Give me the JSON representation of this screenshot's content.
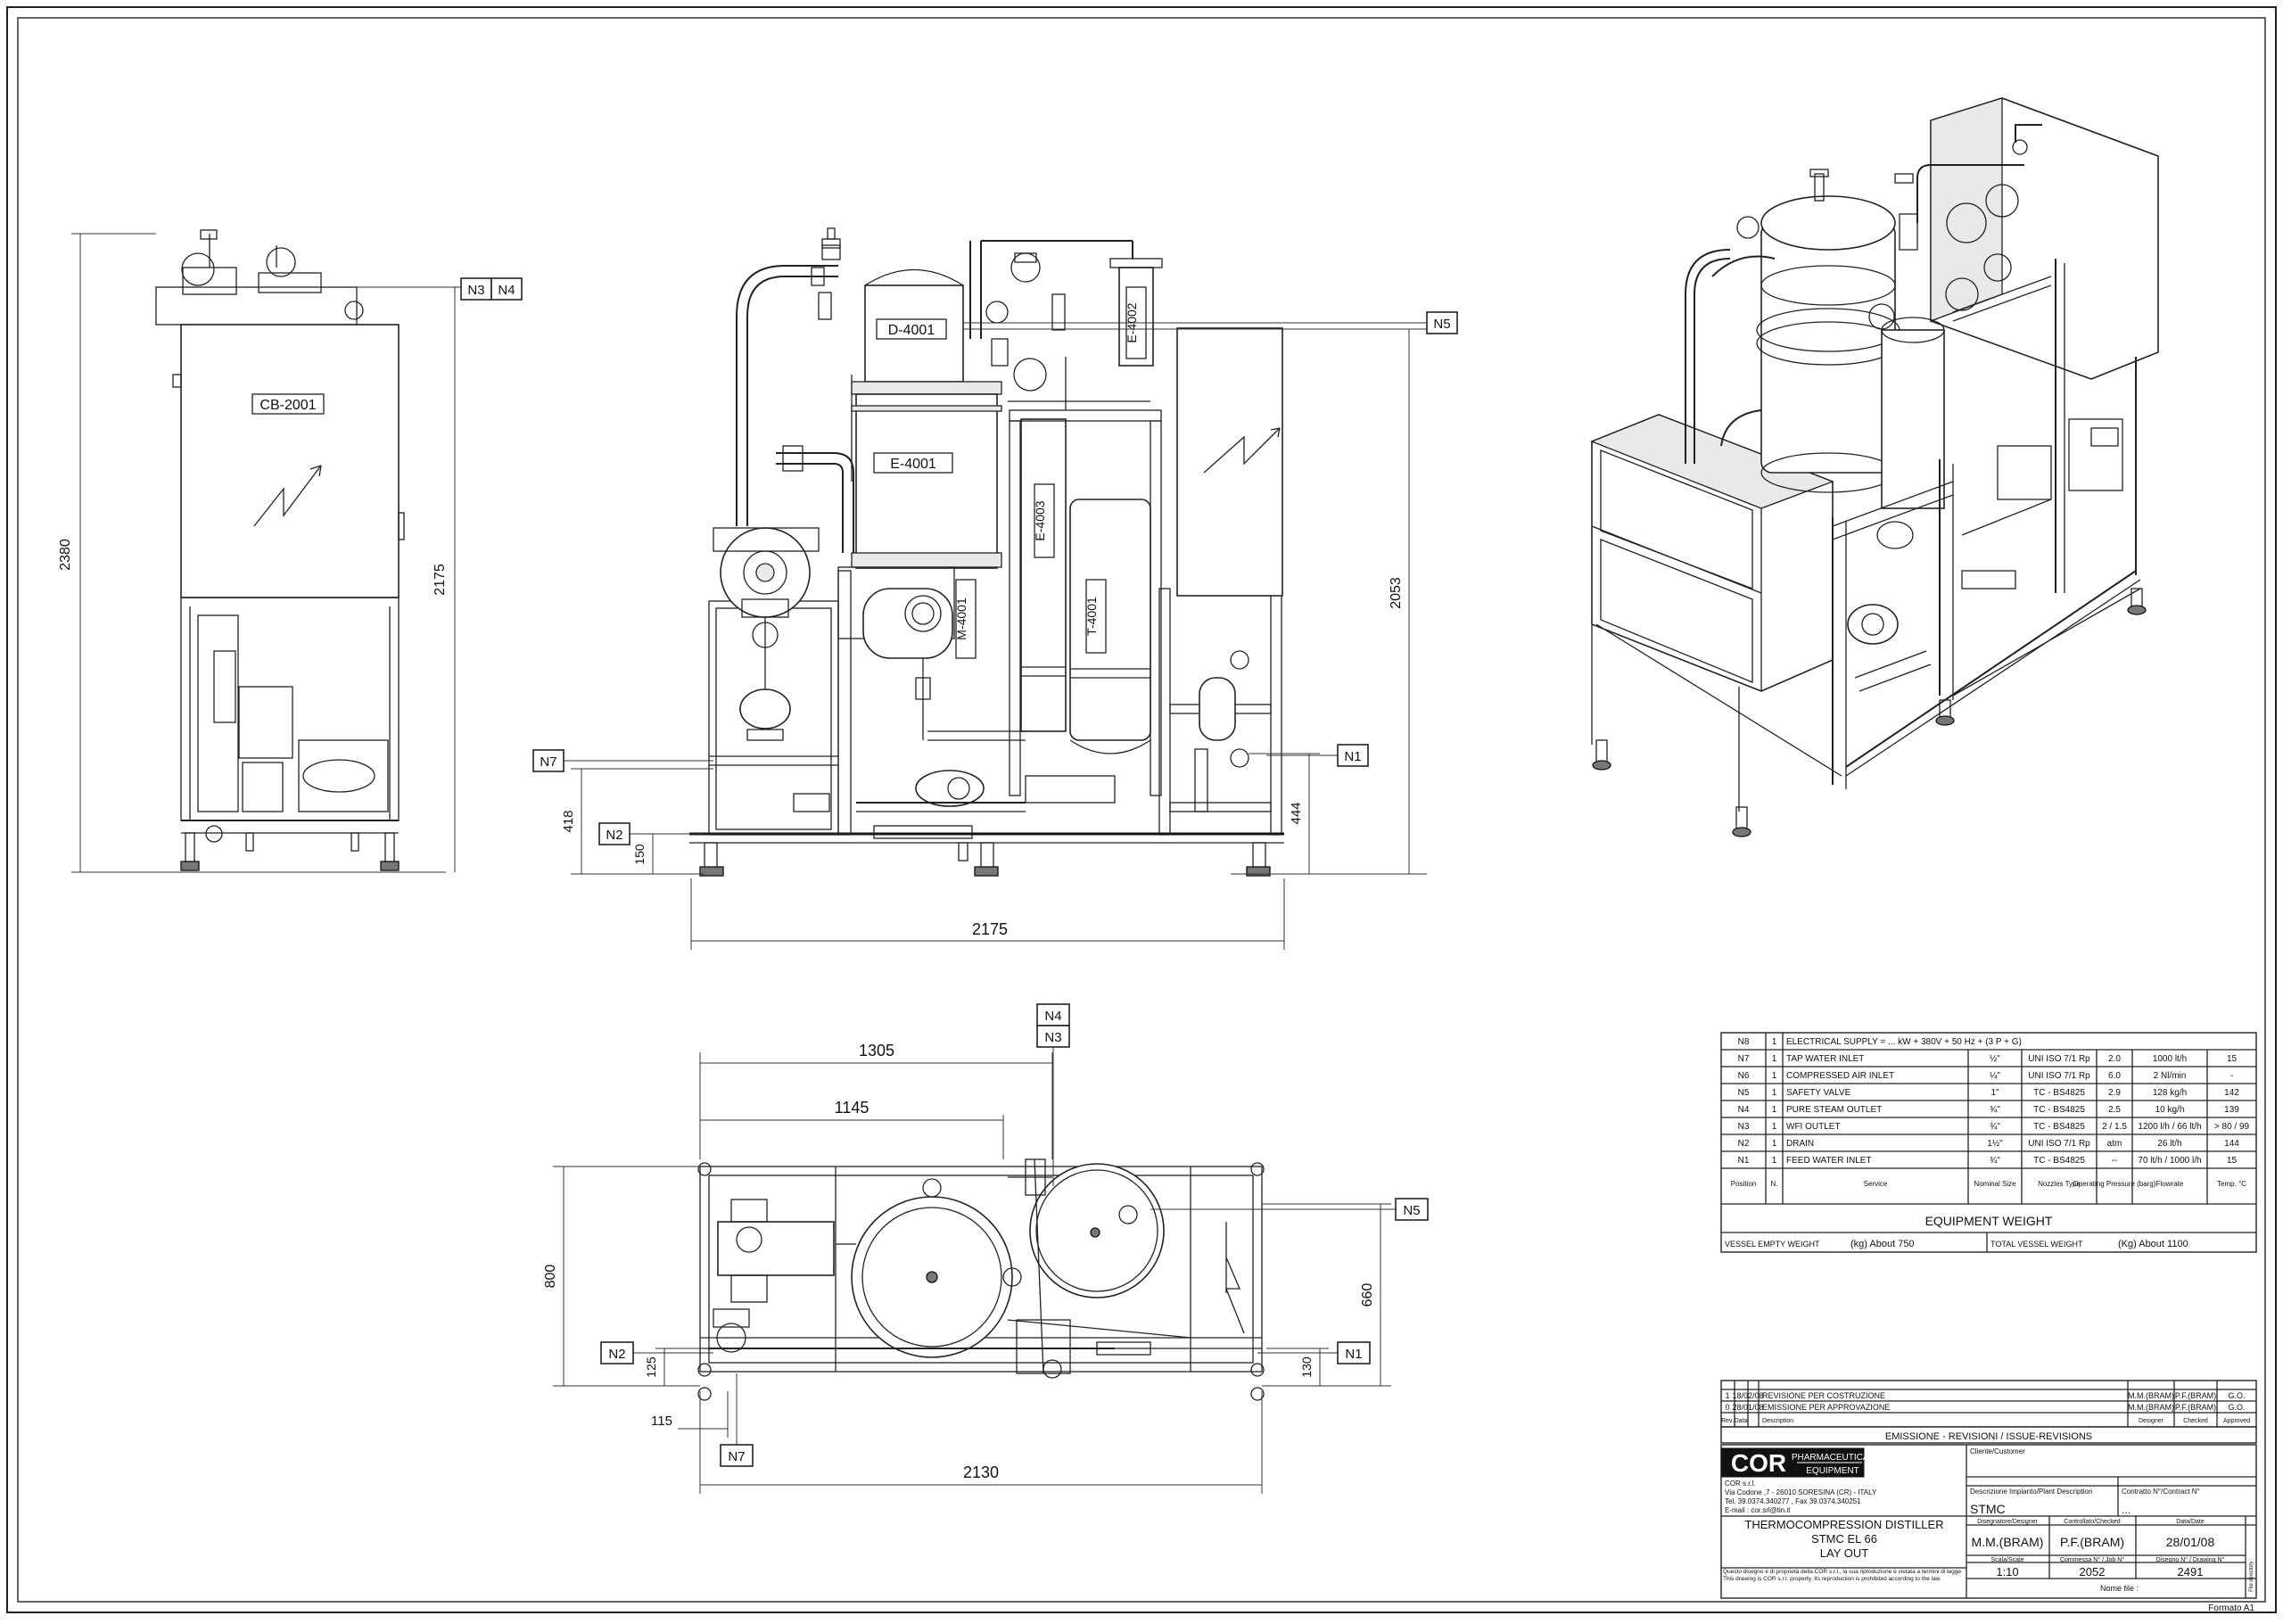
{
  "side_view": {
    "tag_box": "CB-2001",
    "dim_total": "2380",
    "dim_frame": "2175",
    "nozzle_a": "N3",
    "nozzle_b": "N4"
  },
  "front_view": {
    "tags": [
      "D-4001",
      "E-4001",
      "E-4002",
      "E-4003",
      "M-4001",
      "T-4001"
    ],
    "dim_width": "2175",
    "dim_height": "2053",
    "dim_418": "418",
    "dim_150": "150",
    "dim_444": "444",
    "nozzles": {
      "n5": "N5",
      "n7": "N7",
      "n2": "N2",
      "n1": "N1"
    }
  },
  "plan_view": {
    "dim_1305": "1305",
    "dim_1145": "1145",
    "dim_800": "800",
    "dim_660": "660",
    "dim_125": "125",
    "dim_130": "130",
    "dim_115": "115",
    "dim_2130": "2130",
    "nozzles": {
      "n4": "N4",
      "n3": "N3",
      "n5": "N5",
      "n2": "N2",
      "n1": "N1",
      "n7": "N7"
    }
  },
  "nozzle_table": {
    "rows": [
      {
        "pos": "N8",
        "n": "1",
        "service": "ELECTRICAL SUPPLY = ... kW + 380V + 50 Hz + (3 P + G)",
        "size": "",
        "type": "",
        "press": "",
        "flow": "",
        "temp": ""
      },
      {
        "pos": "N7",
        "n": "1",
        "service": "TAP WATER INLET",
        "size": "½\"",
        "type": "UNI ISO 7/1 Rp",
        "press": "2.0",
        "flow": "1000 lt/h",
        "temp": "15"
      },
      {
        "pos": "N6",
        "n": "1",
        "service": "COMPRESSED AIR INLET",
        "size": "¼\"",
        "type": "UNI ISO 7/1 Rp",
        "press": "6.0",
        "flow": "2 Nl/min",
        "temp": "-"
      },
      {
        "pos": "N5",
        "n": "1",
        "service": "SAFETY VALVE",
        "size": "1\"",
        "type": "TC - BS4825",
        "press": "2.9",
        "flow": "128 kg/h",
        "temp": "142"
      },
      {
        "pos": "N4",
        "n": "1",
        "service": "PURE STEAM OUTLET",
        "size": "¾\"",
        "type": "TC - BS4825",
        "press": "2.5",
        "flow": "10 kg/h",
        "temp": "139"
      },
      {
        "pos": "N3",
        "n": "1",
        "service": "WFI OUTLET",
        "size": "¾\"",
        "type": "TC - BS4825",
        "press": "2 / 1.5",
        "flow": "1200 l/h / 66 lt/h",
        "temp": "> 80 / 99"
      },
      {
        "pos": "N2",
        "n": "1",
        "service": "DRAIN",
        "size": "1½\"",
        "type": "UNI ISO 7/1 Rp",
        "press": "atm",
        "flow": "26 lt/h",
        "temp": "144"
      },
      {
        "pos": "N1",
        "n": "1",
        "service": "FEED WATER INLET",
        "size": "¾\"",
        "type": "TC - BS4825",
        "press": "--",
        "flow": "70 lt/h / 1000 l/h",
        "temp": "15"
      }
    ],
    "headers": {
      "pos": "Position",
      "n": "N.",
      "service": "Service",
      "size": "Nominal Size",
      "type": "Nozzles Type",
      "press": "Operating Pressure (barg)",
      "flow": "Flowrate",
      "temp": "Temp. °C"
    },
    "weight_title": "EQUIPMENT WEIGHT",
    "empty_label": "VESSEL EMPTY WEIGHT",
    "empty_value": "(kg) About 750",
    "total_label": "TOTAL VESSEL WEIGHT",
    "total_value": "(Kg) About 1100"
  },
  "revisions": {
    "rows": [
      {
        "rev": "1",
        "date": "18/02/08",
        "desc": "REVISIONE PER COSTRUZIONE",
        "designer": "M.M.(BRAM)",
        "checked": "P.F.(BRAM)",
        "approved": "G.O."
      },
      {
        "rev": "0",
        "date": "28/01/08",
        "desc": "EMISSIONE PER APPROVAZIONE",
        "designer": "M.M.(BRAM)",
        "checked": "P.F.(BRAM)",
        "approved": "G.O."
      }
    ],
    "headers": {
      "rev": "Rev.",
      "date": "Data",
      "desc": "Description",
      "designer": "Designer",
      "checked": "Checked",
      "approved": "Approved"
    },
    "title": "EMISSIONE - REVISIONI / ISSUE-REVISIONS"
  },
  "title_block": {
    "logo": "COR",
    "logo_sub_1": "PHARMACEUTICAL",
    "logo_sub_2": "EQUIPMENT",
    "company": "COR s.r.l.",
    "address": "Via Codone ,7 - 26010 SORESINA (CR) - ITALY",
    "phone": "Tel. 39.0374.340277 , Fax 39.0374.340251",
    "email": "E-mail : cor.srl@tin.it",
    "drawing_title_1": "THERMOCOMPRESSION DISTILLER",
    "drawing_title_2": "STMC EL 66",
    "drawing_title_3": "LAY OUT",
    "disclaimer": "Questo disegno è di proprietà della COR s.r.l., la sua riproduzione è vietata a termini di legge. This drawing is COR s.r.l. property. Its reproduction is prohibited according to the law.",
    "client_label": "Cliente/Customer",
    "plant_label": "Descrizione Impianto/Plant Description",
    "plant_value": "STMC",
    "contract_label": "Contratto N°/Contract N°",
    "contract_value": "...",
    "designer_label": "Disegnatore/Designer",
    "designer_value": "M.M.(BRAM)",
    "checked_label": "Controllato/Checked",
    "checked_value": "P.F.(BRAM)",
    "date_label": "Data/Date",
    "date_value": "28/01/08",
    "scale_label": "Scala/Scale",
    "scale_value": "1:10",
    "job_label": "Commessa N° / Job N°",
    "job_value": "2052",
    "drawing_no_label": "Disegno N° / Drawing N°",
    "drawing_no_value": "2491",
    "file_label": "Nome file :",
    "format": "Formato A1",
    "sheet_label": "File directory :"
  }
}
